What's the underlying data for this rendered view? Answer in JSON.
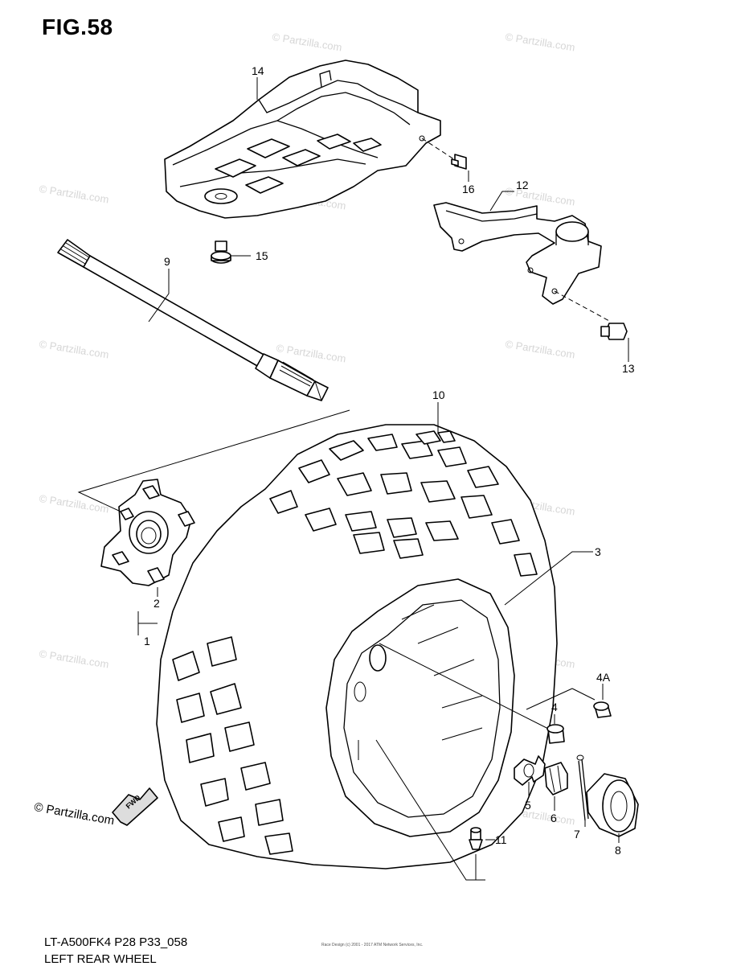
{
  "figure": {
    "title": "FIG.58",
    "model_code": "LT-A500FK4  P28  P33_058",
    "section_name": "LEFT REAR WHEEL",
    "copyright": "© Partzilla.com",
    "watermark": "© Partzilla.com",
    "fwd_label": "FWD",
    "fine_print": "Race Design (c) 2001 - 2017 ATM Network Services, Inc."
  },
  "callouts": [
    {
      "id": "c14",
      "label": "14"
    },
    {
      "id": "c16",
      "label": "16"
    },
    {
      "id": "c12",
      "label": "12"
    },
    {
      "id": "c15",
      "label": "15"
    },
    {
      "id": "c9",
      "label": "9"
    },
    {
      "id": "c13",
      "label": "13"
    },
    {
      "id": "c10",
      "label": "10"
    },
    {
      "id": "c3",
      "label": "3"
    },
    {
      "id": "c2",
      "label": "2"
    },
    {
      "id": "c1",
      "label": "1"
    },
    {
      "id": "c4A",
      "label": "4A"
    },
    {
      "id": "c4",
      "label": "4"
    },
    {
      "id": "c5",
      "label": "5"
    },
    {
      "id": "c6",
      "label": "6"
    },
    {
      "id": "c7",
      "label": "7"
    },
    {
      "id": "c8",
      "label": "8"
    },
    {
      "id": "c11",
      "label": "11"
    }
  ]
}
